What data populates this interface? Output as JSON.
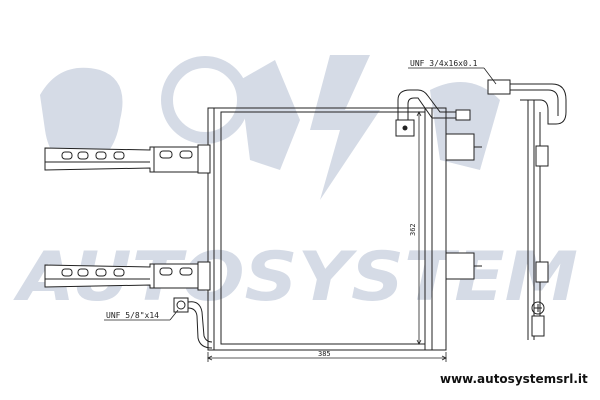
{
  "watermark": {
    "text": "AUTOSYSTEM",
    "color": "#d5dbe6"
  },
  "labels": {
    "top_fitting": "UNF 3/4x16x0.1",
    "bottom_fitting": "UNF 5/8\"x14"
  },
  "dimensions": {
    "height": "362",
    "width": "385"
  },
  "footer": {
    "website": "www.autosystemsrl.it"
  },
  "colors": {
    "line": "#222222",
    "watermark": "#d5dbe6",
    "background": "#ffffff"
  }
}
